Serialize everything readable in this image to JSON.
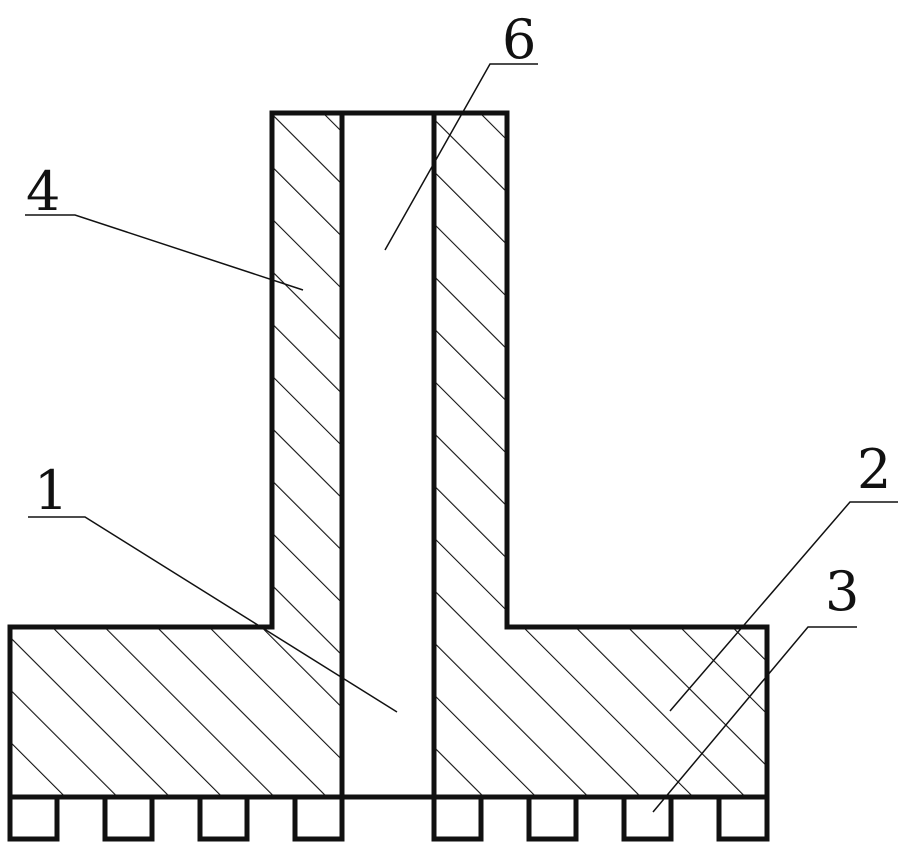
{
  "diagram": {
    "colors": {
      "stroke": "#111111",
      "background": "#ffffff"
    },
    "callouts": [
      {
        "id": "6",
        "label": "6",
        "part": "central-bore"
      },
      {
        "id": "4",
        "label": "4",
        "part": "upright-column"
      },
      {
        "id": "1",
        "label": "1",
        "part": "bore-lower-section"
      },
      {
        "id": "2",
        "label": "2",
        "part": "base-plate"
      },
      {
        "id": "3",
        "label": "3",
        "part": "bottom-teeth"
      }
    ]
  }
}
